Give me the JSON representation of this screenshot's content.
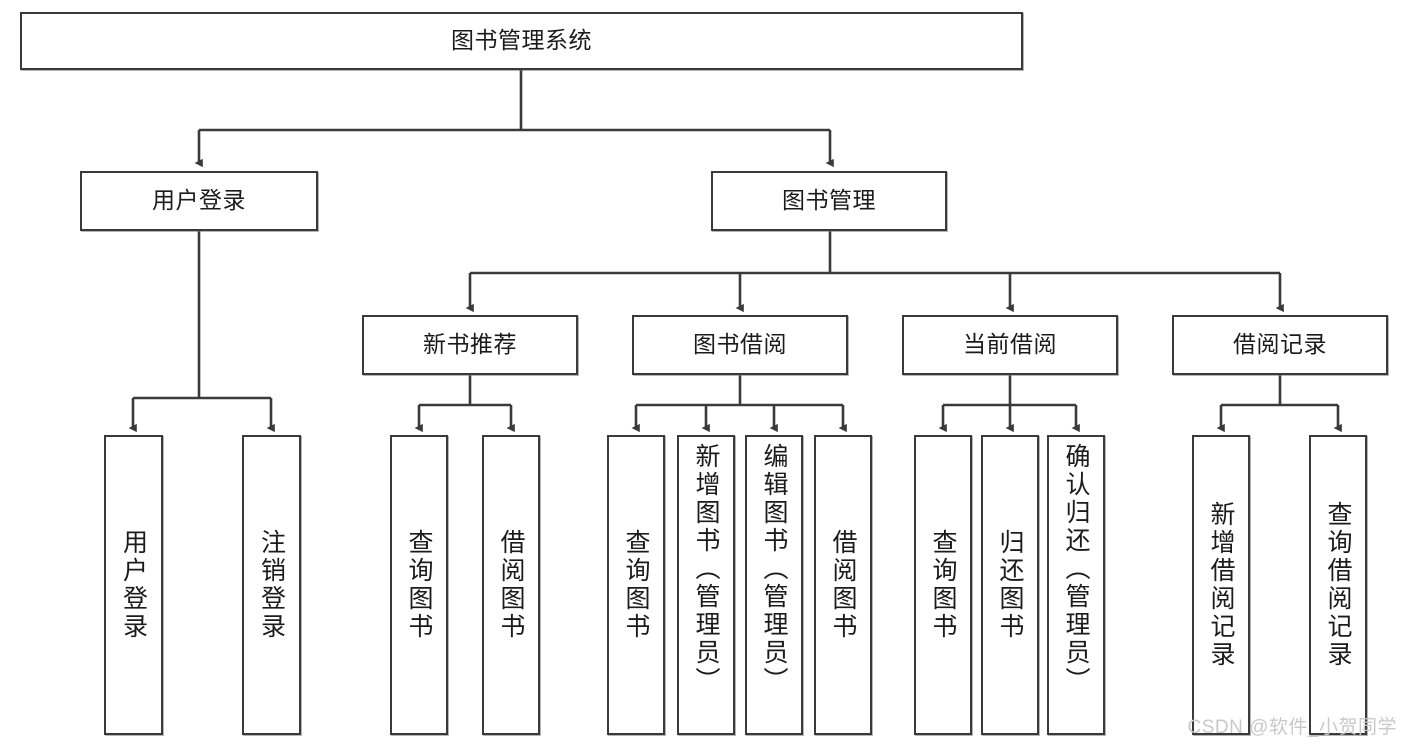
{
  "diagram": {
    "title": "图书管理系统",
    "type": "hierarchy-tree",
    "watermark": "CSDN @软件_小贺同学",
    "colors": {
      "box_border": "#3a3a3a",
      "box_fill": "#ffffff",
      "edge": "#3a3a3a",
      "text": "#1b1b1b",
      "watermark": "#c9c9c9"
    },
    "nodes": {
      "root": {
        "label": "图书管理系统"
      },
      "level1": [
        {
          "label": "用户登录"
        },
        {
          "label": "图书管理"
        }
      ],
      "level2": [
        {
          "label": "新书推荐"
        },
        {
          "label": "图书借阅"
        },
        {
          "label": "当前借阅"
        },
        {
          "label": "借阅记录"
        }
      ],
      "leaves": {
        "user_login": [
          {
            "label": "用户登录"
          },
          {
            "label": "注销登录"
          }
        ],
        "new_book_recommend": [
          {
            "label": "查询图书"
          },
          {
            "label": "借阅图书"
          }
        ],
        "book_borrow": [
          {
            "label": "查询图书"
          },
          {
            "label": "新增图书（管理员）"
          },
          {
            "label": "编辑图书（管理员）"
          },
          {
            "label": "借阅图书"
          }
        ],
        "current_borrow": [
          {
            "label": "查询图书"
          },
          {
            "label": "归还图书"
          },
          {
            "label": "确认归还（管理员）"
          }
        ],
        "borrow_record": [
          {
            "label": "新增借阅记录"
          },
          {
            "label": "查询借阅记录"
          }
        ]
      }
    }
  }
}
